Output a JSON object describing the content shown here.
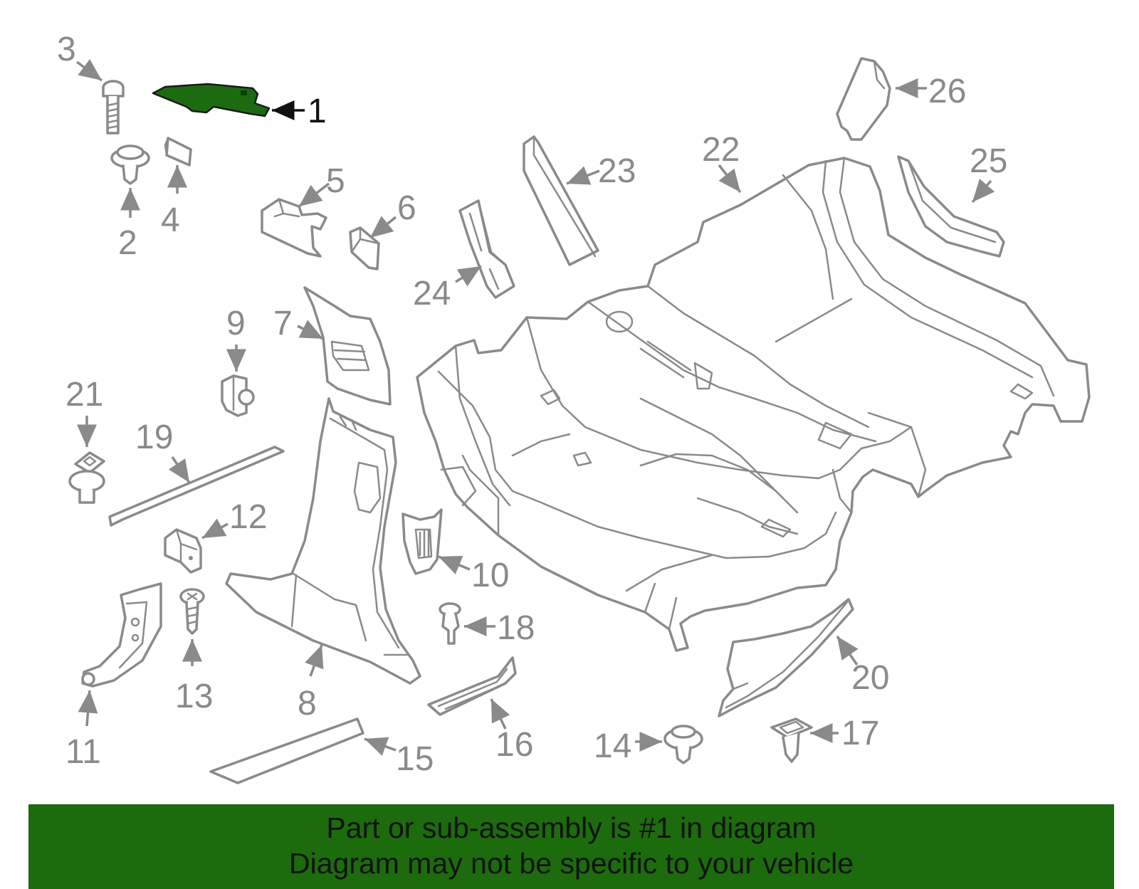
{
  "callouts": {
    "c1": "1",
    "c2": "2",
    "c3": "3",
    "c4": "4",
    "c5": "5",
    "c6": "6",
    "c7": "7",
    "c8": "8",
    "c9": "9",
    "c10": "10",
    "c11": "11",
    "c12": "12",
    "c13": "13",
    "c14": "14",
    "c15": "15",
    "c16": "16",
    "c17": "17",
    "c18": "18",
    "c19": "19",
    "c20": "20",
    "c21": "21",
    "c22": "22",
    "c23": "23",
    "c24": "24",
    "c25": "25",
    "c26": "26"
  },
  "banner": {
    "line1": "Part or sub-assembly is #1 in diagram",
    "line2": "Diagram may not be specific to your vehicle"
  },
  "colors": {
    "highlight": "#1c6b0c",
    "line": "#8a8a8a",
    "text_dark": "#111111"
  }
}
